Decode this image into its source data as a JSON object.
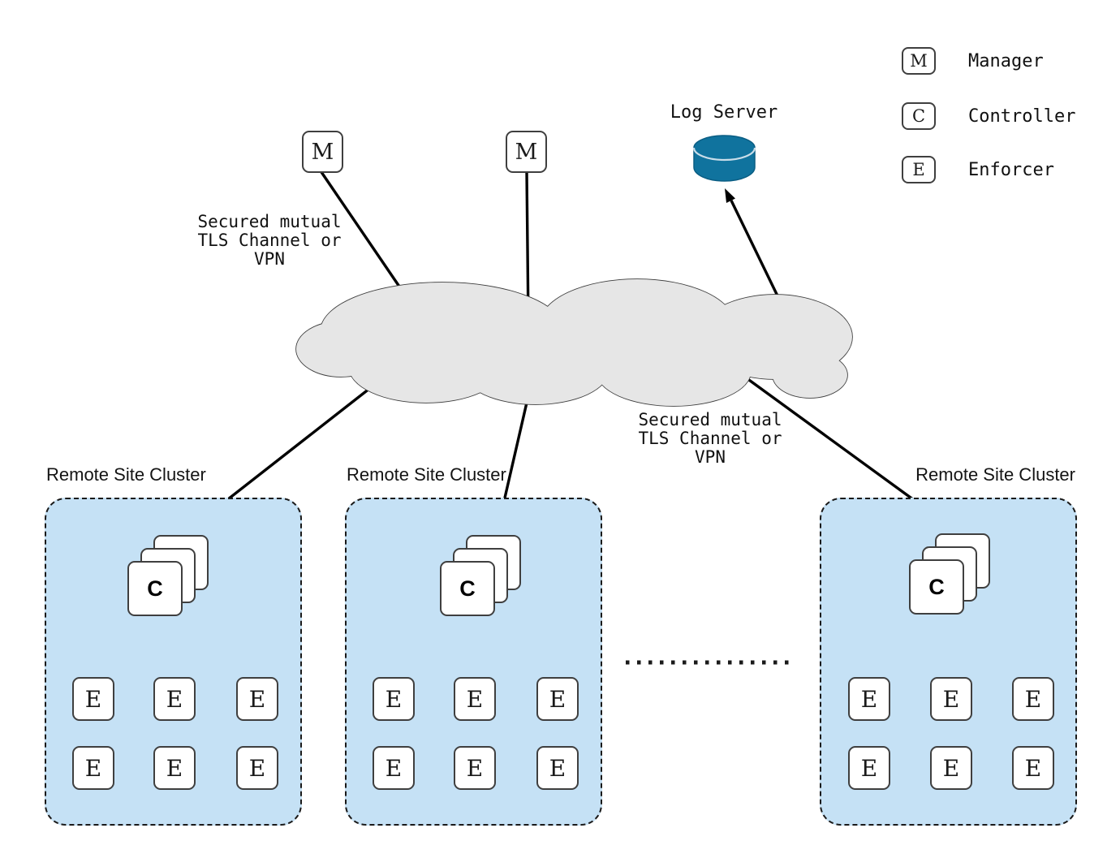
{
  "legend": {
    "items": [
      {
        "symbol": "M",
        "label": "Manager"
      },
      {
        "symbol": "C",
        "label": "Controller"
      },
      {
        "symbol": "E",
        "label": "Enforcer"
      }
    ]
  },
  "nodes": {
    "manager": "M",
    "controller": "C",
    "enforcer": "E"
  },
  "labels": {
    "log_server": "Log Server",
    "secured_channel": "Secured mutual\nTLS Channel or\nVPN"
  },
  "clusters": [
    {
      "label": "Remote Site Cluster"
    },
    {
      "label": "Remote Site Cluster"
    },
    {
      "label": "Remote Site Cluster"
    }
  ],
  "colors": {
    "cluster_fill": "#c5e1f5",
    "cloud_fill": "#e6e6e6",
    "cloud_stroke": "#3d3d3d",
    "log_server_fill": "#10739e",
    "connector": "#000000"
  }
}
